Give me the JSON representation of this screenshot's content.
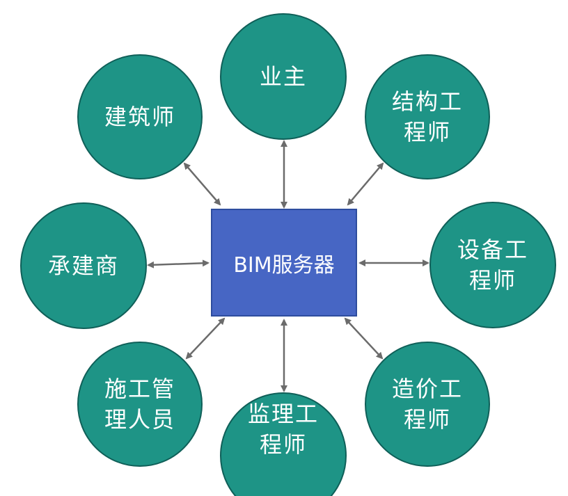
{
  "center": {
    "label": "BIM服务器"
  },
  "nodes": [
    {
      "id": "owner",
      "label": "业主"
    },
    {
      "id": "architect",
      "label": "建筑师"
    },
    {
      "id": "structural-engineer",
      "label": "结构工\n程师"
    },
    {
      "id": "contractor",
      "label": "承建商"
    },
    {
      "id": "equipment-engineer",
      "label": "设备工\n程师"
    },
    {
      "id": "construction-manager",
      "label": "施工管\n理人员"
    },
    {
      "id": "supervision-engineer",
      "label": "监理工\n程师"
    },
    {
      "id": "cost-engineer",
      "label": "造价工\n程师"
    }
  ],
  "colors": {
    "node_fill": "#1e9486",
    "node_border": "#0f5f58",
    "center_fill": "#4766c4",
    "arrow": "#6b6b6b"
  }
}
